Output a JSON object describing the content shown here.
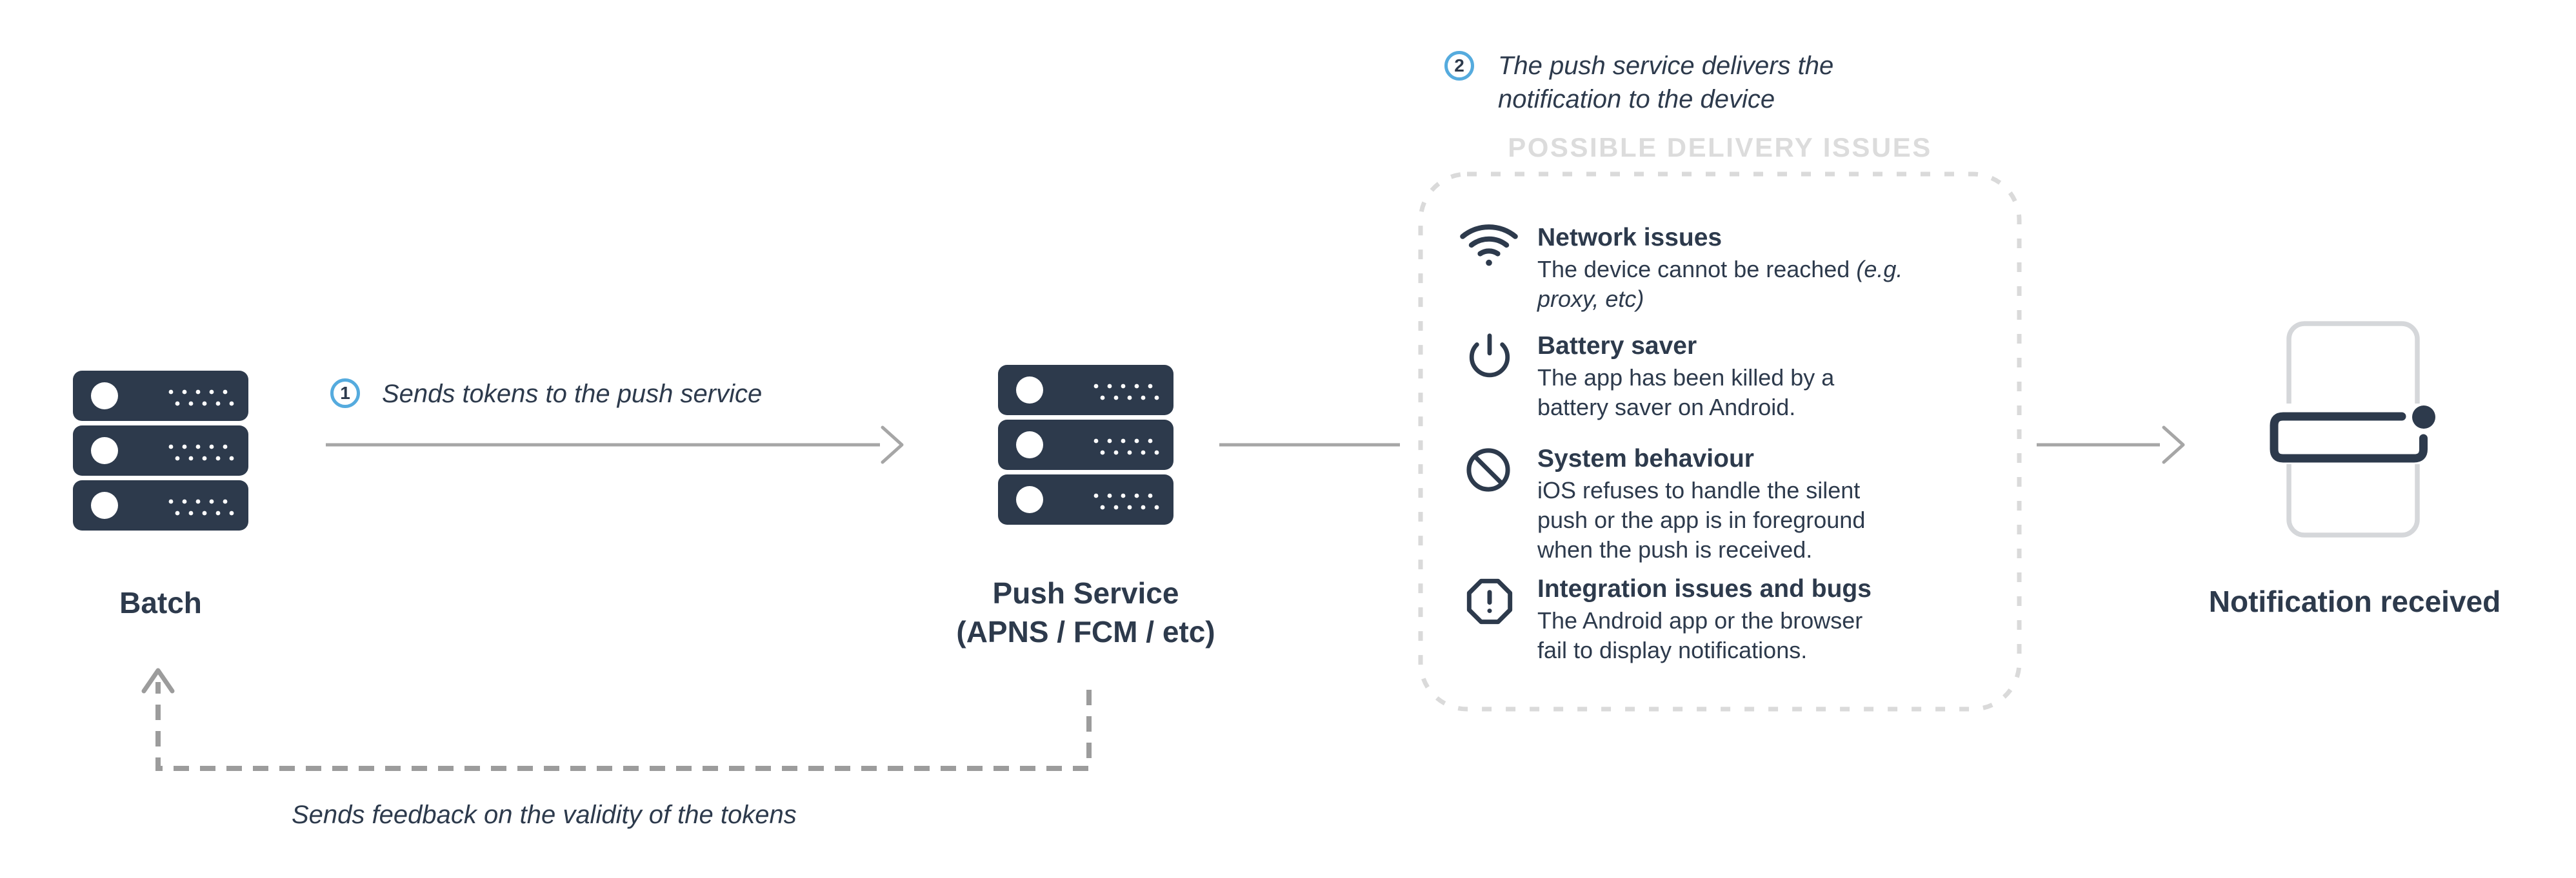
{
  "colors": {
    "navy": "#2d3a4c",
    "blue": "#55abde",
    "arrow_gray": "#a6a6a6",
    "dash_gray": "#9c9c9c",
    "panel_border": "#dadada",
    "panel_heading": "#dcdcdc",
    "phone_gray": "#d5d7da"
  },
  "nodes": {
    "batch": {
      "label": "Batch"
    },
    "push_service": {
      "label_line1": "Push Service",
      "label_line2": "(APNS / FCM / etc)"
    },
    "device": {
      "label": "Notification received"
    }
  },
  "annotations": {
    "step1": {
      "number": "1",
      "text": "Sends tokens to the push service"
    },
    "step2": {
      "number": "2",
      "line1": "The push service delivers the",
      "line2": "notification to the device"
    },
    "feedback": {
      "text": "Sends feedback on the validity of the tokens"
    }
  },
  "issues_panel": {
    "heading": "POSSIBLE DELIVERY ISSUES",
    "items": [
      {
        "icon": "wifi-icon",
        "title": "Network issues",
        "body_lines": [
          [
            {
              "t": "The device cannot be reached ",
              "i": false
            },
            {
              "t": "(e.g.",
              "i": true
            }
          ],
          [
            {
              "t": "proxy, etc)",
              "i": true
            }
          ]
        ]
      },
      {
        "icon": "power-icon",
        "title": "Battery saver",
        "body_lines": [
          [
            {
              "t": "The app has been killed by a",
              "i": false
            }
          ],
          [
            {
              "t": "battery saver on Android.",
              "i": false
            }
          ]
        ]
      },
      {
        "icon": "slash-icon",
        "title": "System behaviour",
        "body_lines": [
          [
            {
              "t": "iOS refuses to handle the silent",
              "i": false
            }
          ],
          [
            {
              "t": "push or the app is in foreground",
              "i": false
            }
          ],
          [
            {
              "t": "when the push is received.",
              "i": false
            }
          ]
        ]
      },
      {
        "icon": "alert-octagon-icon",
        "title": "Integration issues and bugs",
        "body_lines": [
          [
            {
              "t": "The Android app or the browser",
              "i": false
            }
          ],
          [
            {
              "t": "fail to display notifications.",
              "i": false
            }
          ]
        ]
      }
    ]
  }
}
